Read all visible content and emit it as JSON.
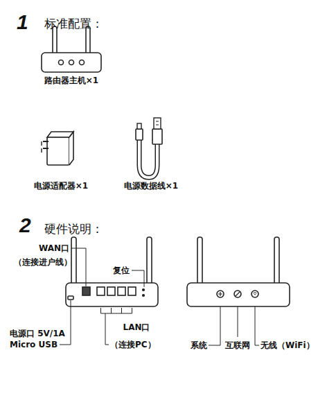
{
  "diagram": {
    "labels": [
      "1",
      "标准配置：",
      "路由器主机×1",
      "电源适配器×1",
      "电源数据线×1",
      "2",
      "硬件说明：",
      "WAN口",
      "（连接进户线）",
      "复位",
      "电源口 5V/1A",
      "Micro USB",
      "LAN口",
      "（连接PC）",
      "系统",
      "互联网",
      "无线（WiFi）"
    ]
  }
}
